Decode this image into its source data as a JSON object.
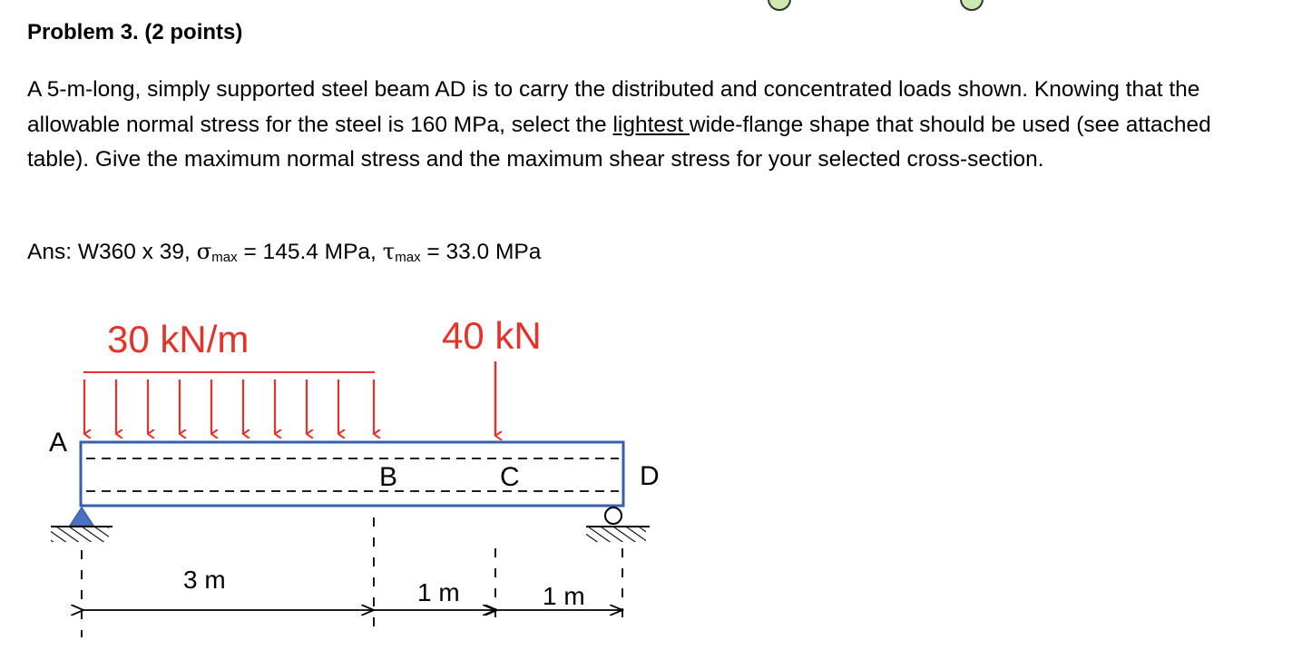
{
  "problem": {
    "title": "Problem 3. (2 points)",
    "text_1": "A 5-m-long, simply supported steel beam AD is to carry the distributed and concentrated loads shown. Knowing that the allowable normal stress for the steel is 160 MPa, select the ",
    "text_underlined": "lightest ",
    "text_2": "wide-flange shape that should be used (see attached table). Give the maximum normal stress and the maximum shear stress for your selected cross-section."
  },
  "answer": {
    "prefix": "Ans: W360 x 39, ",
    "sigma_symbol": "σ",
    "sigma_sub": "max",
    "sigma_value": " = 145.4 MPa, ",
    "tau_symbol": "τ",
    "tau_sub": "max",
    "tau_value": " = 33.0 MPa"
  },
  "figure": {
    "distributed_load_label": "30 kN/m",
    "point_load_label": "40 kN",
    "point_labels": {
      "A": "A",
      "B": "B",
      "C": "C",
      "D": "D"
    },
    "dimensions": {
      "AB": "3 m",
      "BC": "1 m",
      "CD": "1 m"
    },
    "colors": {
      "load": "#e5332a",
      "beam": "#3a5fa8",
      "support": "#4a72c4"
    }
  }
}
